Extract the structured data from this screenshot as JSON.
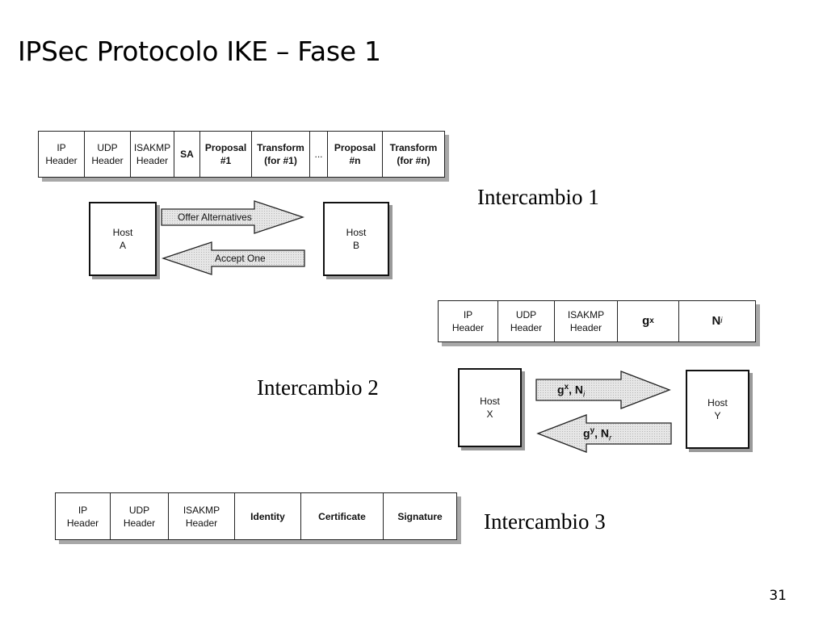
{
  "slide": {
    "title": "IPSec Protocolo IKE – Fase 1",
    "page_number": "31"
  },
  "exchange1": {
    "caption": "Intercambio 1",
    "packet": [
      "IP\nHeader",
      "UDP\nHeader",
      "ISAKMP\nHeader",
      "SA",
      "Proposal\n#1",
      "Transform\n(for #1)",
      "...",
      "Proposal\n#n",
      "Transform\n(for #n)"
    ],
    "host_left": "Host\nA",
    "host_right": "Host\nB",
    "arrow_right": "Offer Alternatives",
    "arrow_left": "Accept One"
  },
  "exchange2": {
    "caption": "Intercambio 2",
    "packet": [
      "IP\nHeader",
      "UDP\nHeader",
      "ISAKMP\nHeader"
    ],
    "packet_g": "g",
    "packet_g_sup": "x",
    "packet_n": "N",
    "packet_n_sub": "i",
    "host_left": "Host\nX",
    "host_right": "Host\nY",
    "arrow_right_g": "g",
    "arrow_right_sup": "x",
    "arrow_right_sep": ", N",
    "arrow_right_sub": "i",
    "arrow_left_g": "g",
    "arrow_left_sup": "y",
    "arrow_left_sep": ", N",
    "arrow_left_sub": "r"
  },
  "exchange3": {
    "caption": "Intercambio 3",
    "packet": [
      "IP\nHeader",
      "UDP\nHeader",
      "ISAKMP\nHeader",
      "Identity",
      "Certificate",
      "Signature"
    ]
  },
  "colors": {
    "arrow_fill": "#dedede",
    "arrow_stroke": "#222222",
    "shadow": "#a8a8a8"
  }
}
